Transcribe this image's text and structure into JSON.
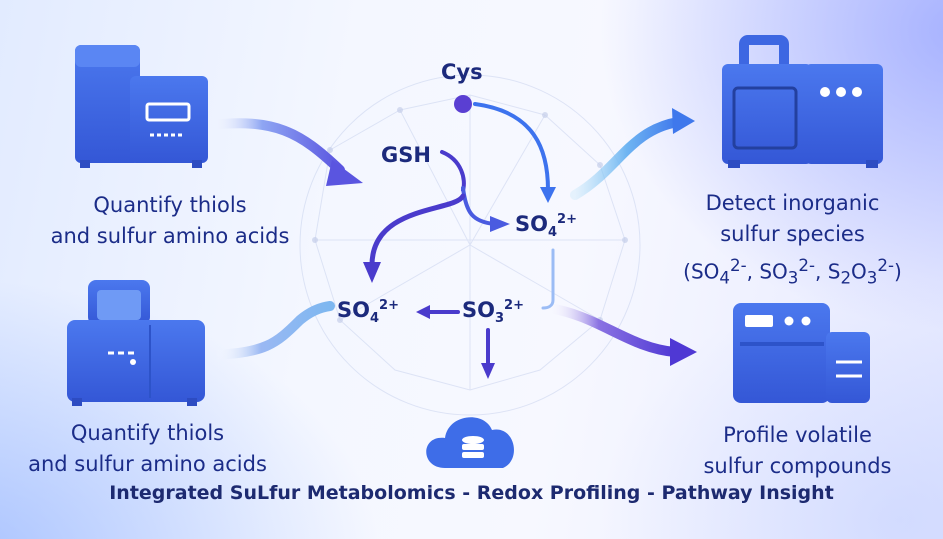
{
  "nodes": {
    "cys": "Cys",
    "gsh": "GSH",
    "so4_upper": {
      "base": "SO",
      "sub": "4",
      "sup": "2+"
    },
    "so4_left": {
      "base": "SO",
      "sub": "4",
      "sup": "2+"
    },
    "so3": {
      "base": "SO",
      "sub": "3",
      "sup": "2+"
    }
  },
  "captions": {
    "quantify_top": [
      "Quantify thiols",
      "and sulfur amino acids"
    ],
    "quantify_bottom": [
      "Quantify thiols",
      "and sulfur amino acids"
    ],
    "detect": [
      "Detect inorganic",
      "sulfur species"
    ],
    "detect_species": {
      "open": "(",
      "s1": {
        "base": "SO",
        "sub": "4",
        "sup": "2-"
      },
      "sep1": ", ",
      "s2": {
        "base": "SO",
        "sub": "3",
        "sup": "2-"
      },
      "sep2": ", ",
      "s3": {
        "base1": "S",
        "sub1": "2",
        "base2": "O",
        "sub2": "3",
        "sup": "2-"
      },
      "close": ")"
    },
    "profile": [
      "Profile volatile",
      "sulfur compounds"
    ]
  },
  "footer": "Integrated SuLfur Metabolomics - Redox Profiling - Pathway Insight",
  "colors": {
    "instrument": "#3f6ae6",
    "instrument_dark": "#2d53c9",
    "pathway": "#4a3bcc",
    "arrow_blue": "#3d73ee",
    "text": "#1b2c88"
  },
  "icons": [
    "instrument-top-left-icon",
    "instrument-bottom-left-icon",
    "instrument-top-right-icon",
    "instrument-bottom-right-icon",
    "database-cloud-icon"
  ]
}
